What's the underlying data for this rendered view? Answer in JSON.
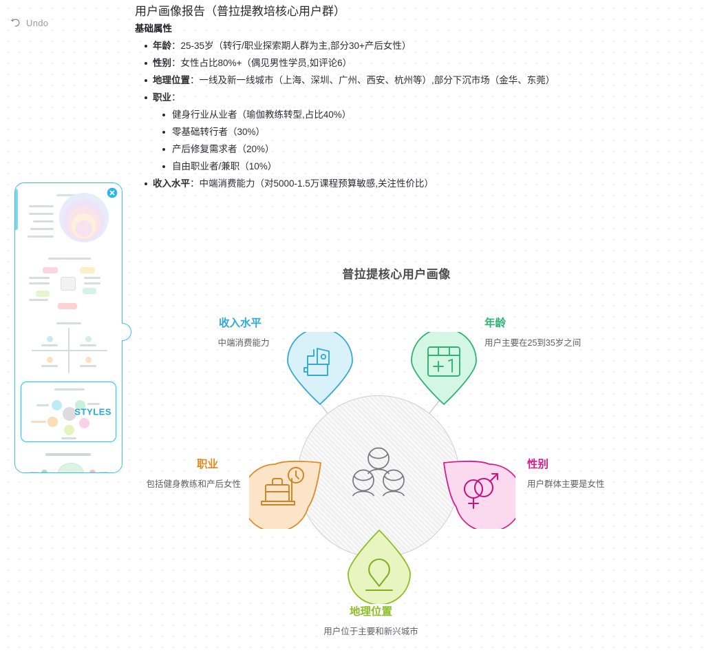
{
  "toolbar": {
    "undo_label": "Undo",
    "undo_icon": "undo-arrow-icon"
  },
  "report": {
    "title": "用户画像报告（普拉提教培核心用户群）",
    "subtitle": "基础属性",
    "items": [
      {
        "key": "年龄",
        "sep": "：",
        "value": "25-35岁（转行/职业探索期人群为主,部分30+产后女性）"
      },
      {
        "key": "性别",
        "sep": "：",
        "value": "女性占比80%+（偶见男性学员,如评论6）"
      },
      {
        "key": "地理位置",
        "sep": "：",
        "value": "一线及新一线城市（上海、深圳、广州、西安、杭州等）,部分下沉市场（金华、东莞）"
      },
      {
        "key": "职业",
        "sep": "：",
        "value": ""
      },
      {
        "key": "收入水平",
        "sep": "：",
        "value": "中端消费能力（对5000-1.5万课程预算敏感,关注性价比）"
      }
    ],
    "job_sub_items": [
      "健身行业从业者（瑜伽教练转型,占比40%）",
      "零基础转行者（30%）",
      "产后修复需求者（20%）",
      "自由职业者/兼职（10%）"
    ]
  },
  "style_panel": {
    "close_icon": "close-circle-icon",
    "selected_label": "STYLES",
    "thumbnails": [
      {
        "name": "concentric-circles-template",
        "selected": false
      },
      {
        "name": "mind-map-template",
        "selected": false
      },
      {
        "name": "quadrant-matrix-template",
        "selected": false
      },
      {
        "name": "styles-radial-template",
        "selected": true,
        "label": "STYLES"
      },
      {
        "name": "process-flow-template",
        "selected": false
      }
    ],
    "expand_icon": "play-arrow-icon",
    "accent_color": "#35c0ee"
  },
  "diagram": {
    "title": "普拉提核心用户画像",
    "hub_icon": "group-people-icon",
    "hub_color": "#f0f0f0",
    "nodes": [
      {
        "id": "income",
        "title": "收入水平",
        "desc": "中端消费能力",
        "color": "#2eabd8",
        "fill": "#d9f2fa",
        "icon": "money-wallet-icon"
      },
      {
        "id": "age",
        "title": "年龄",
        "desc": "用户主要在25到35岁之间",
        "color": "#2cb36f",
        "fill": "#d4f6e4",
        "icon": "calendar-plus-one-icon"
      },
      {
        "id": "gender",
        "title": "性别",
        "desc": "用户群体主要是女性",
        "color": "#d81b8c",
        "fill": "#fbd9ef",
        "icon": "male-female-symbol-icon"
      },
      {
        "id": "job",
        "title": "职业",
        "desc": "包括健身教练和产后女性",
        "color": "#e08a22",
        "fill": "#fbe4c8",
        "icon": "briefcase-clock-icon"
      },
      {
        "id": "location",
        "title": "地理位置",
        "desc": "用户位于主要和新兴城市",
        "color": "#8bbf23",
        "fill": "#e8f5c0",
        "icon": "map-pin-icon"
      }
    ]
  }
}
